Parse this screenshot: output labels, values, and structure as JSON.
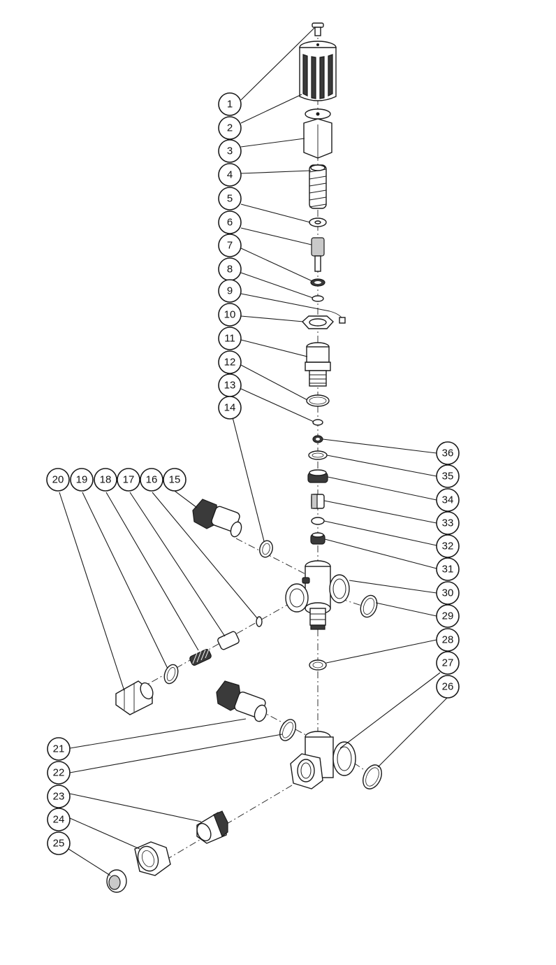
{
  "diagram": {
    "callouts": [
      {
        "id": "c1",
        "label": "1"
      },
      {
        "id": "c2",
        "label": "2"
      },
      {
        "id": "c3",
        "label": "3"
      },
      {
        "id": "c4",
        "label": "4"
      },
      {
        "id": "c5",
        "label": "5"
      },
      {
        "id": "c6",
        "label": "6"
      },
      {
        "id": "c7",
        "label": "7"
      },
      {
        "id": "c8",
        "label": "8"
      },
      {
        "id": "c9",
        "label": "9"
      },
      {
        "id": "c10",
        "label": "10"
      },
      {
        "id": "c11",
        "label": "11"
      },
      {
        "id": "c12",
        "label": "12"
      },
      {
        "id": "c13",
        "label": "13"
      },
      {
        "id": "c14",
        "label": "14"
      },
      {
        "id": "c15",
        "label": "15"
      },
      {
        "id": "c16",
        "label": "16"
      },
      {
        "id": "c17",
        "label": "17"
      },
      {
        "id": "c18",
        "label": "18"
      },
      {
        "id": "c19",
        "label": "19"
      },
      {
        "id": "c20",
        "label": "20"
      },
      {
        "id": "c21",
        "label": "21"
      },
      {
        "id": "c22",
        "label": "22"
      },
      {
        "id": "c23",
        "label": "23"
      },
      {
        "id": "c24",
        "label": "24"
      },
      {
        "id": "c25",
        "label": "25"
      },
      {
        "id": "c26",
        "label": "26"
      },
      {
        "id": "c27",
        "label": "27"
      },
      {
        "id": "c28",
        "label": "28"
      },
      {
        "id": "c29",
        "label": "29"
      },
      {
        "id": "c30",
        "label": "30"
      },
      {
        "id": "c31",
        "label": "31"
      },
      {
        "id": "c32",
        "label": "32"
      },
      {
        "id": "c33",
        "label": "33"
      },
      {
        "id": "c34",
        "label": "34"
      },
      {
        "id": "c35",
        "label": "35"
      },
      {
        "id": "c36",
        "label": "36"
      }
    ]
  }
}
